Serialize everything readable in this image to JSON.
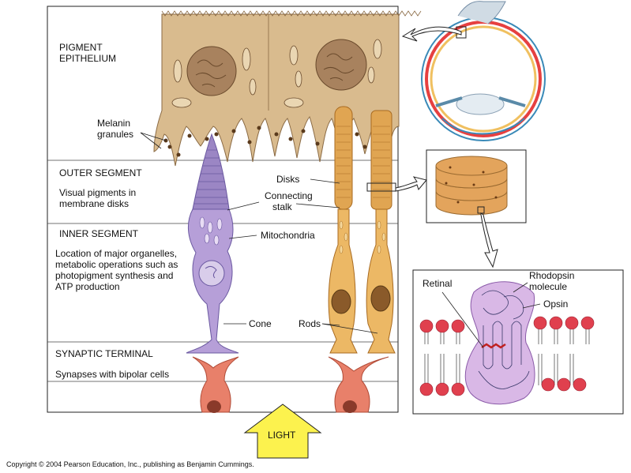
{
  "regions": [
    {
      "lines": [
        "PIGMENT",
        "EPITHELIUM"
      ],
      "description": []
    },
    {
      "lines": [
        "OUTER SEGMENT"
      ],
      "description": [
        "Visual pigments in",
        "membrane disks"
      ]
    },
    {
      "lines": [
        "INNER SEGMENT"
      ],
      "description": [
        "Location of major organelles,",
        "metabolic operations such as",
        "photopigment synthesis and",
        "ATP production"
      ]
    },
    {
      "lines": [
        "SYNAPTIC TERMINAL"
      ],
      "description": [
        "Synapses with bipolar cells"
      ]
    }
  ],
  "labels": {
    "melanin": [
      "Melanin",
      "granules"
    ],
    "disks": "Disks",
    "connecting_stalk": [
      "Connecting",
      "stalk"
    ],
    "mitochondria": "Mitochondria",
    "cone": "Cone",
    "rods": "Rods",
    "retinal": "Retinal",
    "rhodopsin": [
      "Rhodopsin",
      "molecule"
    ],
    "opsin": "Opsin",
    "light": "LIGHT"
  },
  "copyright": "Copyright © 2004 Pearson Education, Inc., publishing as Benjamin Cummings.",
  "colors": {
    "epithelium": "#d9bb8e",
    "epithelium_stroke": "#8a6a44",
    "cone": "#9b86c4",
    "cone_dark": "#6a58a0",
    "rod": "#e0a552",
    "rod_dark": "#a86a20",
    "bipolar": "#e8806a",
    "lipid_head": "#e0404e",
    "rhodopsin": "#d9b8e6",
    "arrow_fill": "#fcf24e"
  }
}
